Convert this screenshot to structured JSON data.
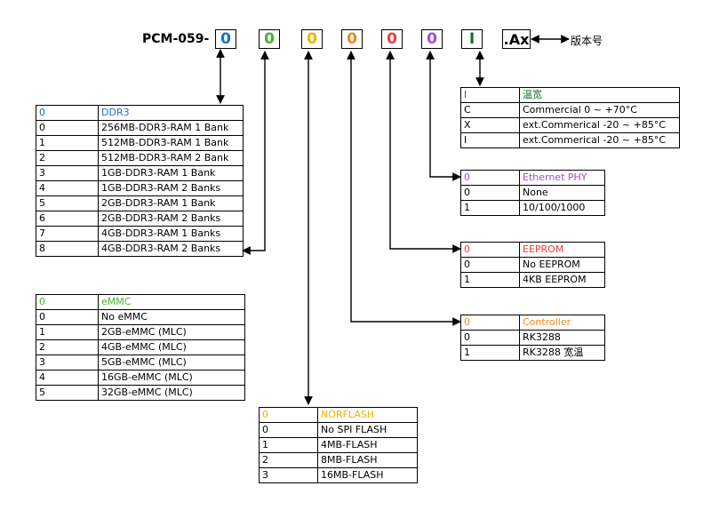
{
  "code": {
    "prefix": "PCM-059-",
    "digits": [
      {
        "value": "0",
        "color": "#1a6fc4"
      },
      {
        "value": "0",
        "color": "#4ab02a"
      },
      {
        "value": "0",
        "color": "#f0b400"
      },
      {
        "value": "0",
        "color": "#f08a1c"
      },
      {
        "value": "0",
        "color": "#ee3b3b"
      },
      {
        "value": "0",
        "color": "#a64ad6"
      },
      {
        "value": "I",
        "color": "#1e6e2a"
      }
    ],
    "suffix": ".Ax",
    "version_label": "版本号"
  },
  "tables": {
    "ddr3": {
      "header": {
        "code": "0",
        "label": "DDR3",
        "color": "#1a6fc4"
      },
      "rows": [
        {
          "code": "0",
          "label": "256MB-DDR3-RAM 1 Bank"
        },
        {
          "code": "1",
          "label": "512MB-DDR3-RAM 1 Bank"
        },
        {
          "code": "2",
          "label": "512MB-DDR3-RAM 2 Bank"
        },
        {
          "code": "3",
          "label": "1GB-DDR3-RAM  1 Bank"
        },
        {
          "code": "4",
          "label": "1GB-DDR3-RAM  2 Banks"
        },
        {
          "code": "5",
          "label": "2GB-DDR3-RAM  1 Bank"
        },
        {
          "code": "6",
          "label": "2GB-DDR3-RAM  2 Banks"
        },
        {
          "code": "7",
          "label": "4GB-DDR3-RAM  1 Banks"
        },
        {
          "code": "8",
          "label": "4GB-DDR3-RAM  2 Banks"
        }
      ]
    },
    "emmc": {
      "header": {
        "code": "0",
        "label": "eMMC",
        "color": "#4ab02a"
      },
      "rows": [
        {
          "code": "0",
          "label": "No eMMC"
        },
        {
          "code": "1",
          "label": "2GB-eMMC (MLC)"
        },
        {
          "code": "2",
          "label": "4GB-eMMC (MLC)"
        },
        {
          "code": "3",
          "label": "5GB-eMMC (MLC)"
        },
        {
          "code": "4",
          "label": "16GB-eMMC (MLC)"
        },
        {
          "code": "5",
          "label": "32GB-eMMC (MLC)"
        }
      ]
    },
    "norflash": {
      "header": {
        "code": "0",
        "label": "NORFLASH",
        "color": "#f0b400"
      },
      "rows": [
        {
          "code": "0",
          "label": "No SPI FLASH"
        },
        {
          "code": "1",
          "label": "4MB-FLASH"
        },
        {
          "code": "2",
          "label": "8MB-FLASH"
        },
        {
          "code": "3",
          "label": "16MB-FLASH"
        }
      ]
    },
    "temp": {
      "header": {
        "code": "I",
        "label": "温宽",
        "color": "#1e6e2a"
      },
      "rows": [
        {
          "code": "C",
          "label": "Commercial 0 ~ +70°C"
        },
        {
          "code": "X",
          "label": "ext.Commerical -20 ~ +85°C"
        },
        {
          "code": "I",
          "label": "ext.Commerical -20 ~ +85°C"
        }
      ]
    },
    "ethernet": {
      "header": {
        "code": "0",
        "label": "Ethernet PHY",
        "color": "#a64ad6"
      },
      "rows": [
        {
          "code": "0",
          "label": "None"
        },
        {
          "code": "1",
          "label": "10/100/1000"
        }
      ]
    },
    "eeprom": {
      "header": {
        "code": "0",
        "label": "EEPROM",
        "color": "#ee3b3b"
      },
      "rows": [
        {
          "code": "0",
          "label": "No EEPROM"
        },
        {
          "code": "1",
          "label": "4KB EEPROM"
        }
      ]
    },
    "controller": {
      "header": {
        "code": "0",
        "label": "Controller",
        "color": "#f08a1c"
      },
      "rows": [
        {
          "code": "0",
          "label": "RK3288"
        },
        {
          "code": "1",
          "label": "RK3288 宽温"
        }
      ]
    }
  }
}
